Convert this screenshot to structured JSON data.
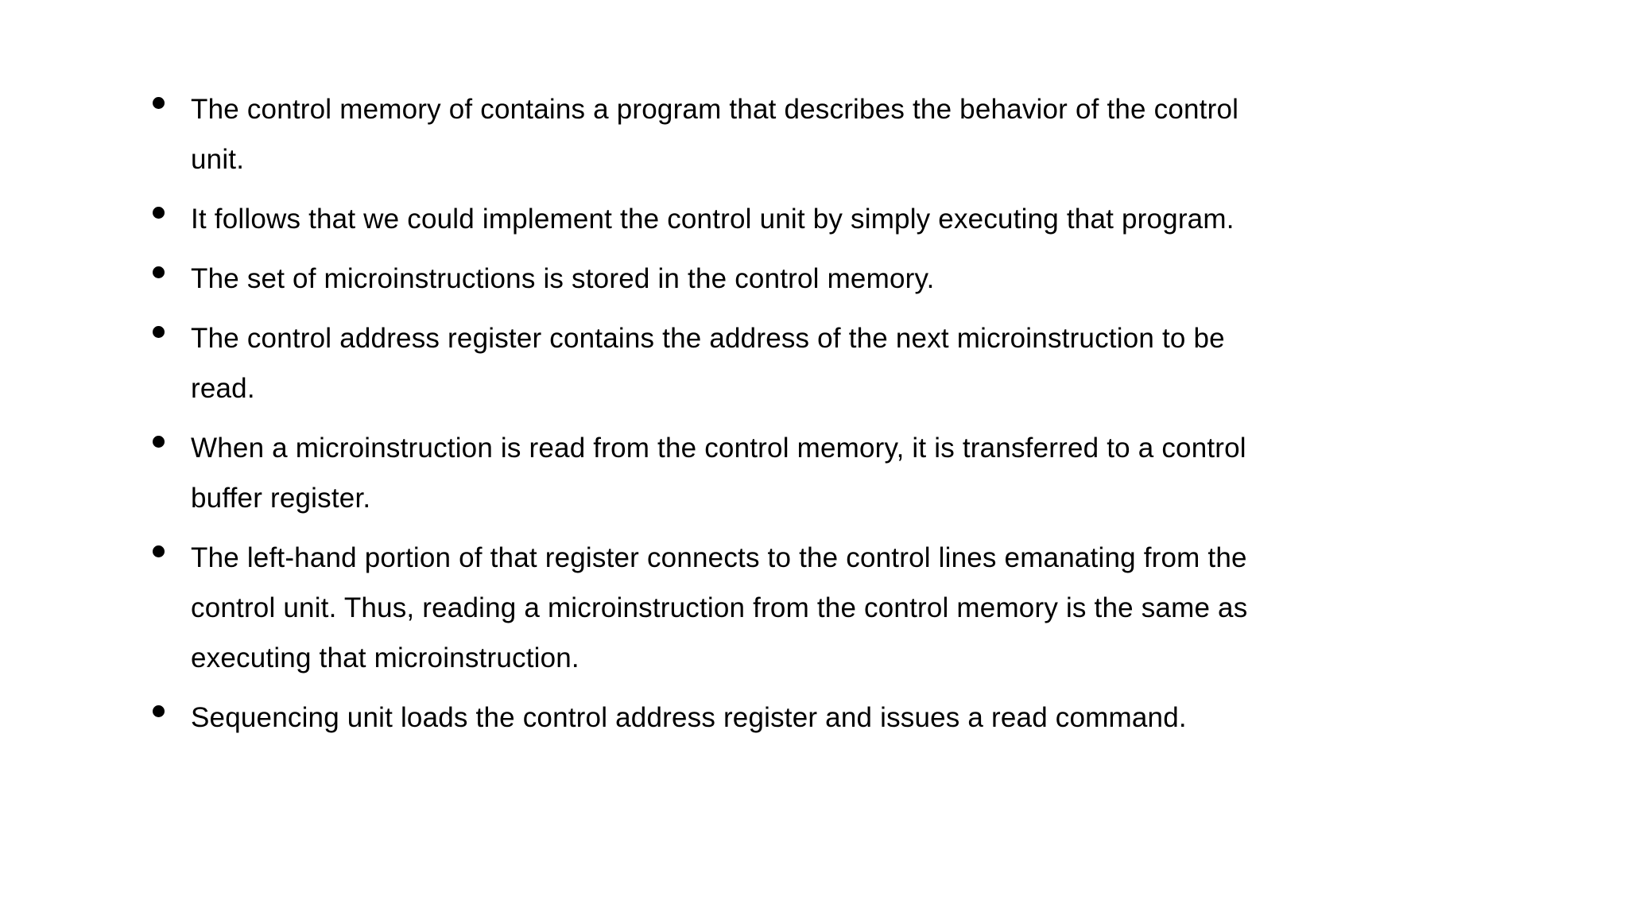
{
  "page": {
    "background_color": "#ffffff",
    "text_color": "#000000"
  },
  "bullets": [
    {
      "lines": [
        "The control memory of contains a program that describes the behavior of the control",
        "unit."
      ]
    },
    {
      "lines": [
        "It follows that we could implement the control unit by simply executing that program."
      ]
    },
    {
      "lines": [
        "The set of microinstructions is stored in the control memory."
      ]
    },
    {
      "lines": [
        "The control address register contains the address of the next microinstruction to be",
        "read."
      ]
    },
    {
      "lines": [
        "When a microinstruction is read from the control memory, it is transferred to a control",
        "buffer register."
      ]
    },
    {
      "lines": [
        "The left-hand portion of that register connects to the control lines emanating from the",
        "control unit. Thus, reading a microinstruction from the control memory is the same as",
        "executing that microinstruction."
      ]
    },
    {
      "lines": [
        "Sequencing unit loads the control address register and issues a read command."
      ]
    }
  ]
}
